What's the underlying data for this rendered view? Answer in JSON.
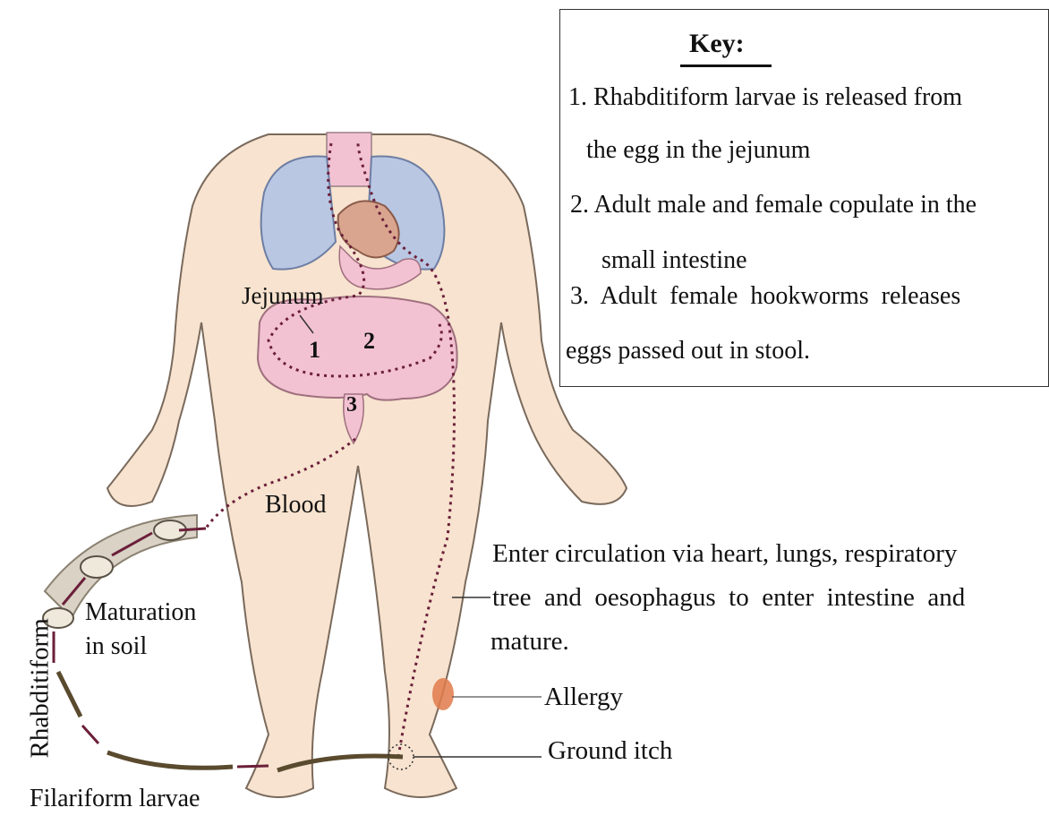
{
  "key": {
    "title": "Key:",
    "items": [
      {
        "line1": "1. Rhabditiform larvae is released from",
        "line2": "the egg in the jejunum"
      },
      {
        "line1": "2. Adult male and female copulate in the",
        "line2": "small intestine"
      },
      {
        "line1": "3.  Adult  female  hookworms  releases",
        "line2": "eggs passed out in stool."
      }
    ]
  },
  "labels": {
    "jejunum": "Jejunum",
    "blood": "Blood",
    "maturation_line1": "Maturation",
    "maturation_line2": "in soil",
    "rhabditiform": "Rhabditiform",
    "filariform": "Filariform larvae",
    "circulation_line1": "Enter circulation via heart, lungs, respiratory",
    "circulation_line2": "tree  and  oesophagus  to  enter  intestine  and",
    "circulation_line3": "mature.",
    "allergy": "Allergy",
    "ground_itch": "Ground itch"
  },
  "markers": {
    "one": "1",
    "two": "2",
    "three": "3"
  },
  "colors": {
    "skin": "#f7e3cf",
    "skin_outline": "#7a6a5c",
    "lungs": "#b9c7e3",
    "intestine": "#f3c2d2",
    "heart": "#d9a58f",
    "path": "#6b1f3a",
    "soil": "#d9d2c5"
  }
}
